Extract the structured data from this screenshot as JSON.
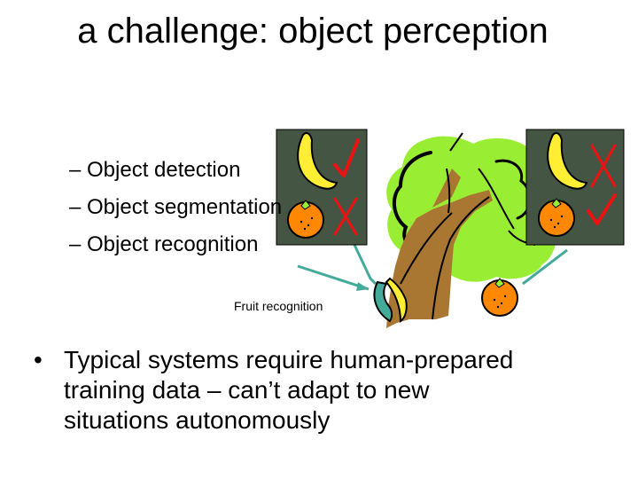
{
  "slide": {
    "title": "a challenge: object perception",
    "sub_items": [
      "– Object detection",
      "– Object segmentation",
      "– Object recognition"
    ],
    "caption": "Fruit recognition",
    "bullet_symbol": "•",
    "bullet_lines": [
      "Typical systems require human-prepared",
      "training data – can’t adapt to new",
      "situations autonomously"
    ]
  },
  "colors": {
    "foliage": "#99ee33",
    "trunk": "#aa7733",
    "panel": "#445544",
    "banana": "#ffee33",
    "orange": "#ff8800",
    "mark": "#ee1111",
    "pointer": "#44aa99"
  },
  "icons": {
    "check": "check-mark-icon",
    "cross": "cross-mark-icon",
    "banana": "banana-icon",
    "orange": "orange-icon"
  }
}
